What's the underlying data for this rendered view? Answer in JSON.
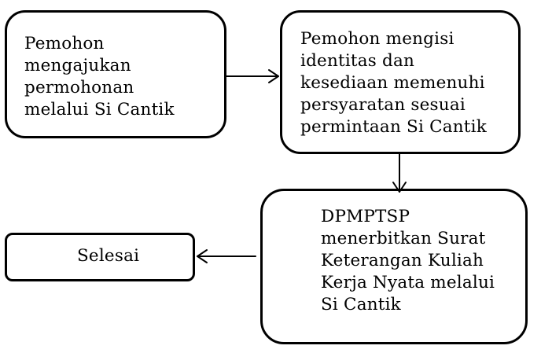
{
  "steps": {
    "step1": "Pemohon\nmengajukan\npermohonan\nmelalui Si Cantik",
    "step2": "Pemohon mengisi\nidentitas dan\nkesediaan memenuhi\npersyaratan sesuai\npermintaan Si Cantik",
    "step3": "DPMPTSP\nmenerbitkan Surat\nKeterangan Kuliah\nKerja Nyata melalui\nSi Cantik",
    "step4": "Selesai"
  }
}
